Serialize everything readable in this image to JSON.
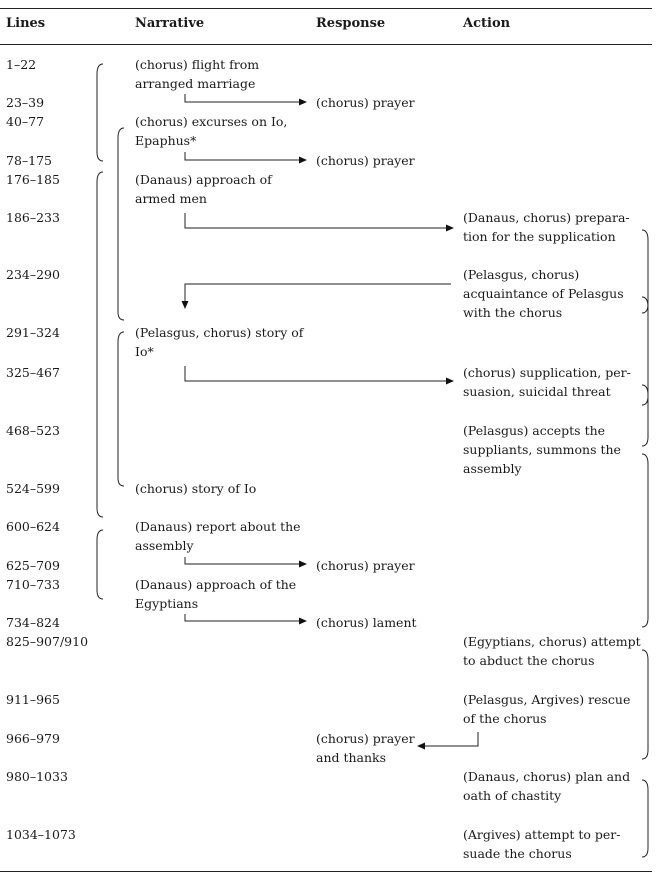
{
  "headers": {
    "lines": "Lines",
    "narrative": "Narrative",
    "response": "Response",
    "action": "Action"
  },
  "lines": [
    "1–22",
    "23–39",
    "40–77",
    "78–175",
    "176–185",
    "186–233",
    "234–290",
    "291–324",
    "325–467",
    "468–523",
    "524–599",
    "600–624",
    "625–709",
    "710–733",
    "734–824",
    "825–907/910",
    "911–965",
    "966–979",
    "980–1033",
    "1034–1073"
  ],
  "narrative": [
    "(chorus) flight from\narranged marriage",
    "(chorus) excurses on Io,\nEpaphus*",
    "(Danaus) approach of\narmed men",
    "(Pelasgus, chorus) story of\nIo*",
    "(chorus) story of Io",
    "(Danaus) report about the\nassembly",
    "(Danaus) approach of the\nEgyptians"
  ],
  "response": [
    "(chorus) prayer",
    "(chorus) prayer",
    "(chorus) prayer",
    "(chorus) lament",
    "(chorus) prayer\nand thanks"
  ],
  "action": [
    "(Danaus, chorus) prepara-\ntion for the supplication",
    "(Pelasgus, chorus)\nacquaintance of Pelasgus\nwith the chorus",
    "(chorus) supplication, per-\nsuasion, suicidal threat",
    "(Pelasgus) accepts the\nsuppliants, summons the\nassembly",
    "(Egyptians, chorus) attempt\nto abduct the chorus",
    "(Pelasgus, Argives) rescue\nof the chorus",
    "(Danaus, chorus) plan and\noath of chastity",
    "(Argives) attempt to per-\nsuade the chorus"
  ]
}
